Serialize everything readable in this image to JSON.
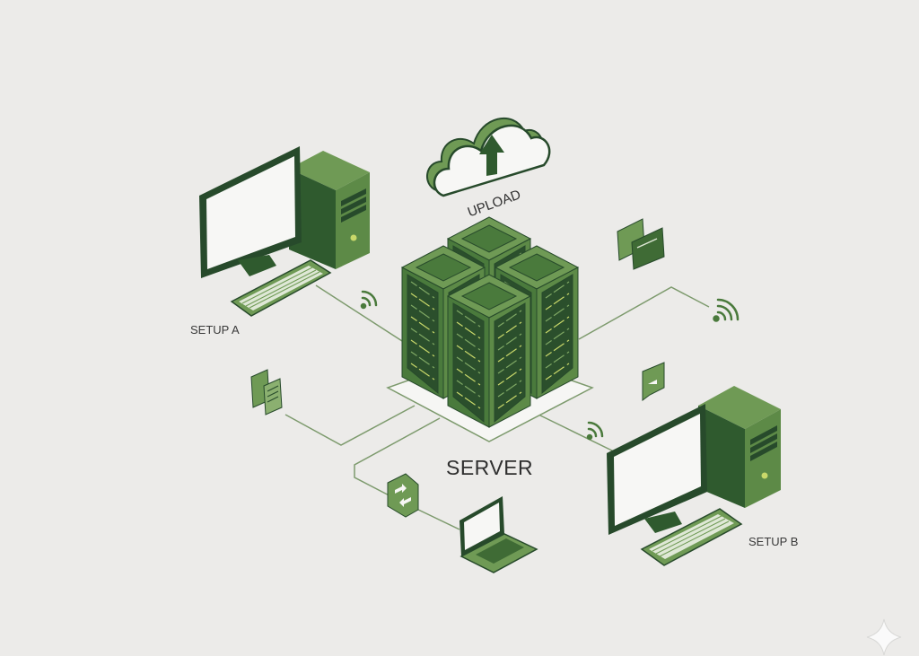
{
  "labels": {
    "upload": "UPLOAD",
    "setup_a": "SETUP A",
    "server": "SERVER",
    "setup_b": "SETUP B"
  },
  "colors": {
    "background": "#ecebe9",
    "green_light": "#6f9a55",
    "green_mid": "#4a7a3c",
    "green_dark": "#274a2b",
    "line": "#7d9a6d",
    "led": "#c9d86a"
  },
  "server_towers": [
    "back",
    "left",
    "right",
    "front"
  ]
}
